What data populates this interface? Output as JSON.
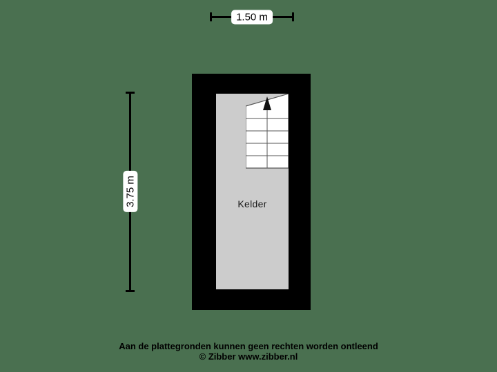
{
  "canvas": {
    "background_color": "#4a7050",
    "wall_color": "#000000",
    "floor_color": "#cccccc"
  },
  "floorplan": {
    "room_label": "Kelder",
    "dimensions": {
      "width_label": "1.50 m",
      "height_label": "3.75 m"
    },
    "staircase": {
      "step_count": 5,
      "direction_icon": "up-arrow-icon"
    }
  },
  "footer": {
    "line1": "Aan de plattegronden kunnen geen rechten worden ontleend",
    "line2": "© Zibber www.zibber.nl"
  }
}
